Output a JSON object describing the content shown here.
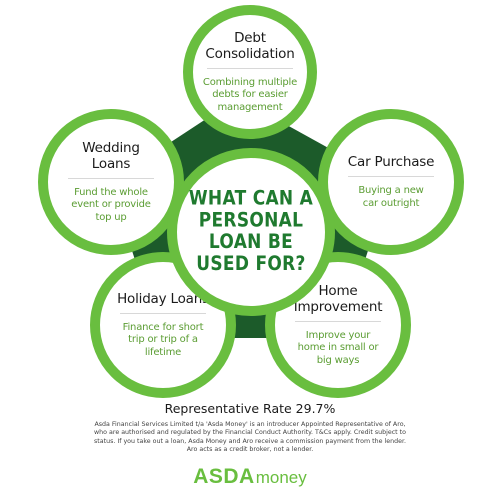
{
  "colors": {
    "accent_green": "#69be3f",
    "dark_green": "#1c5b2a",
    "heading_green": "#1f7a2f",
    "description_green": "#5b9d33"
  },
  "center": {
    "title": "WHAT CAN A PERSONAL LOAN BE USED FOR?"
  },
  "uses": [
    {
      "title": "Debt Consolidation",
      "description": "Combining multiple debts for easier management"
    },
    {
      "title": "Car Purchase",
      "description": "Buying a new car outright"
    },
    {
      "title": "Home Improvement",
      "description": "Improve your home in small or big ways"
    },
    {
      "title": "Holiday Loans",
      "description": "Finance for short trip or trip of a lifetime"
    },
    {
      "title": "Wedding Loans",
      "description": "Fund the whole event or provide top up"
    }
  ],
  "footer": {
    "representative_rate": "Representative Rate 29.7%",
    "disclaimer": "Asda Financial Services Limited t/a 'Asda Money' is an introducer Appointed Representative of Aro, who are authorised and regulated by the Financial Conduct Authority. T&Cs apply. Credit subject to status. If you take out a loan, Asda Money and Aro receive a commission payment from the lender. Aro acts as a credit broker, not a lender.",
    "logo_brand": "ASDA",
    "logo_suffix": "money"
  }
}
